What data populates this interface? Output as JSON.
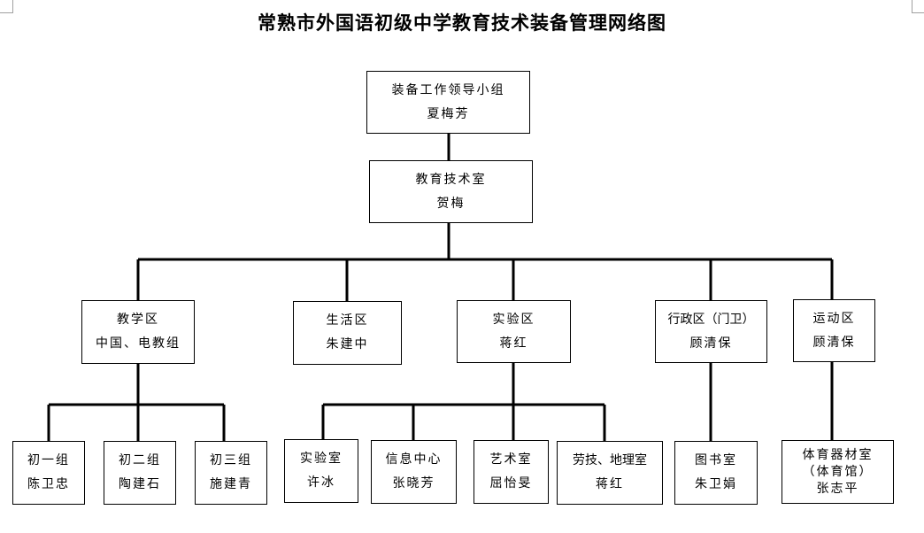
{
  "title": "常熟市外国语初级中学教育技术装备管理网络图",
  "nodes": {
    "leadership": {
      "name": "装备工作领导小组",
      "person": "夏梅芳"
    },
    "office": {
      "name": "教育技术室",
      "person": "贺梅"
    },
    "teaching": {
      "name": "教学区",
      "person": "中国、电教组"
    },
    "living": {
      "name": "生活区",
      "person": "朱建中"
    },
    "lab": {
      "name": "实验区",
      "person": "蒋红"
    },
    "admin": {
      "name": "行政区（门卫）",
      "person": "顾清保"
    },
    "sports": {
      "name": "运动区",
      "person": "顾清保"
    },
    "grade1": {
      "name": "初一组",
      "person": "陈卫忠"
    },
    "grade2": {
      "name": "初二组",
      "person": "陶建石"
    },
    "grade3": {
      "name": "初三组",
      "person": "施建青"
    },
    "labroom": {
      "name": "实验室",
      "person": "许冰"
    },
    "infocenter": {
      "name": "信息中心",
      "person": "张晓芳"
    },
    "artroom": {
      "name": "艺术室",
      "person": "屈怡旻"
    },
    "labortech": {
      "name": "劳技、地理室",
      "person": "蒋红"
    },
    "library": {
      "name": "图书室",
      "person": "朱卫娟"
    },
    "equipment": {
      "name": "体育器材室",
      "sub": "（体育馆）",
      "person": "张志平"
    }
  }
}
